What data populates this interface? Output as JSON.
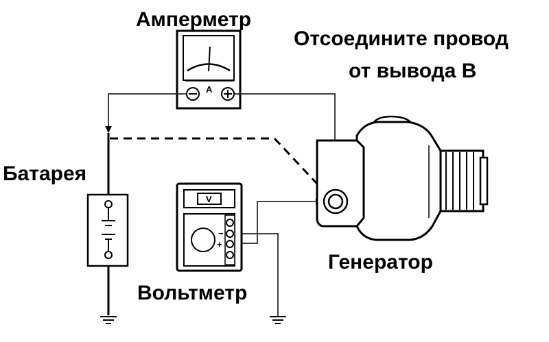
{
  "labels": {
    "ammeter": "Амперметр",
    "instruction_line1": "Отсоедините провод",
    "instruction_line2": "от вывода В",
    "battery": "Батарея",
    "voltmeter": "Вольтметр",
    "generator": "Генератор"
  },
  "ammeter_face": {
    "unit": "A",
    "minus": "−",
    "plus": "+"
  },
  "voltmeter_face": {
    "unit": "V",
    "minus": "−",
    "plus": "+"
  },
  "colors": {
    "ink": "#000000",
    "paper": "#ffffff"
  }
}
